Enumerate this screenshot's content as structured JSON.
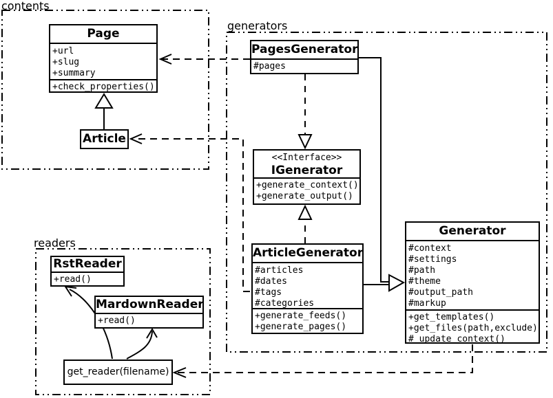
{
  "diagram": {
    "packages": {
      "contents": {
        "label": "contents"
      },
      "generators": {
        "label": "generators"
      },
      "readers": {
        "label": "readers"
      }
    },
    "classes": {
      "page": {
        "name": "Page",
        "attrs": [
          "+url",
          "+slug",
          "+summary"
        ],
        "methods": [
          "+check_properties()"
        ]
      },
      "article": {
        "name": "Article"
      },
      "pages_generator": {
        "name": "PagesGenerator",
        "attrs": [
          "#pages"
        ]
      },
      "igenerator": {
        "stereotype": "<<Interface>>",
        "name": "IGenerator",
        "methods": [
          "+generate_context()",
          "+generate_output()"
        ]
      },
      "article_generator": {
        "name": "ArticleGenerator",
        "attrs": [
          "#articles",
          "#dates",
          "#tags",
          "#categories"
        ],
        "methods": [
          "+generate_feeds()",
          "+generate_pages()"
        ]
      },
      "generator": {
        "name": "Generator",
        "attrs": [
          "#context",
          "#settings",
          "#path",
          "#theme",
          "#output_path",
          "#markup"
        ],
        "methods": [
          "+get_templates()",
          "+get_files(path,exclude)",
          "#_update_context()"
        ]
      },
      "rst_reader": {
        "name": "RstReader",
        "methods": [
          "+read()"
        ]
      },
      "markdown_reader": {
        "name": "MardownReader",
        "methods": [
          "+read()"
        ]
      },
      "get_reader": {
        "label": "get_reader(filename)"
      }
    },
    "colors": {
      "line": "#000000",
      "background": "#ffffff"
    }
  }
}
